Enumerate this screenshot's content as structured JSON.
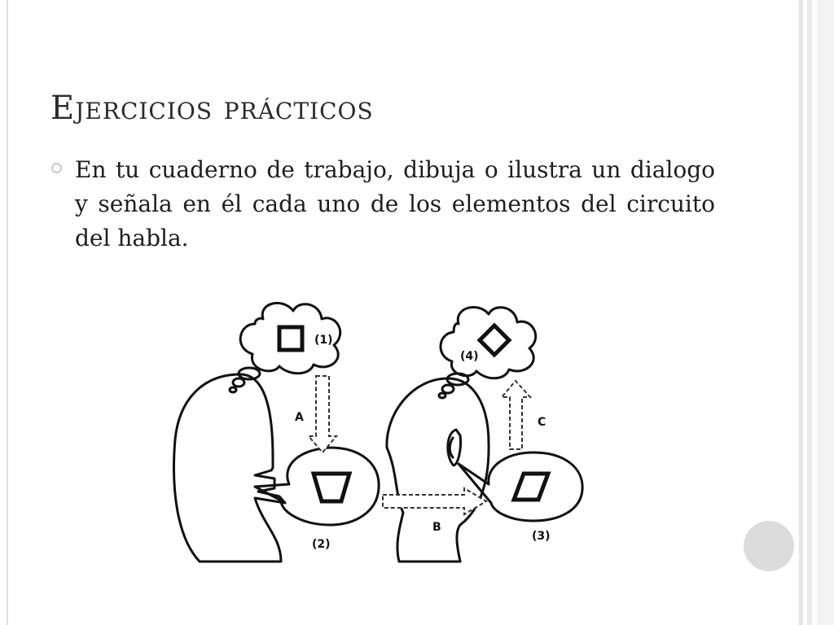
{
  "slide": {
    "title": "Ejercicios prácticos",
    "bullet_text": "En tu cuaderno de trabajo, dibuja o  ilustra un dialogo y señala en él cada uno de los elementos del circuito del habla."
  },
  "figure": {
    "labels": {
      "thought_1": "(1)",
      "speech_2": "(2)",
      "hearing_3": "(3)",
      "thought_4": "(4)",
      "arrow_a": "A",
      "arrow_b": "B",
      "arrow_c": "C"
    }
  }
}
